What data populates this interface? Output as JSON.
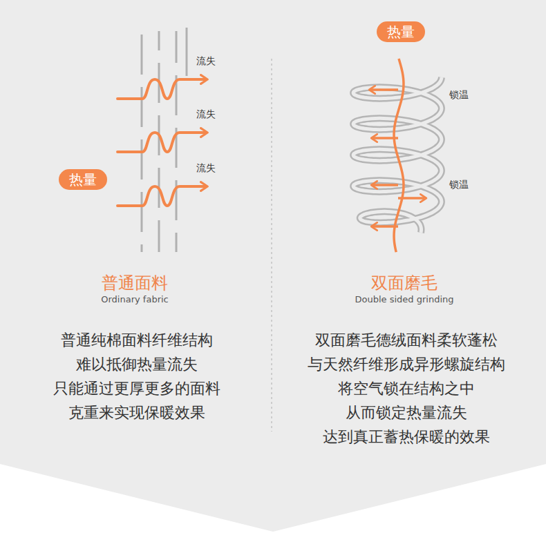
{
  "diagram": {
    "nodes": [
      {
        "text": [
          "热量"
        ]
      },
      {
        "text": [
          "热量"
        ]
      }
    ],
    "labels": [
      "流失",
      "流失",
      "流失",
      "普通面料",
      "Ordinary fabric",
      "普通纯棉面料纤维结构",
      "难以抵御热量流失",
      "只能通过更厚更多的面料",
      "克重来实现保暖效果",
      "锁温",
      "锁温",
      "双面磨毛",
      "Double sided grinding",
      "双面磨毛德绒面料柔软蓬松",
      "与天然纤维形成异形螺旋结构",
      "将空气锁在结构之中",
      "从而锁定热量流失",
      "达到真正蓄热保暖的效果"
    ]
  }
}
